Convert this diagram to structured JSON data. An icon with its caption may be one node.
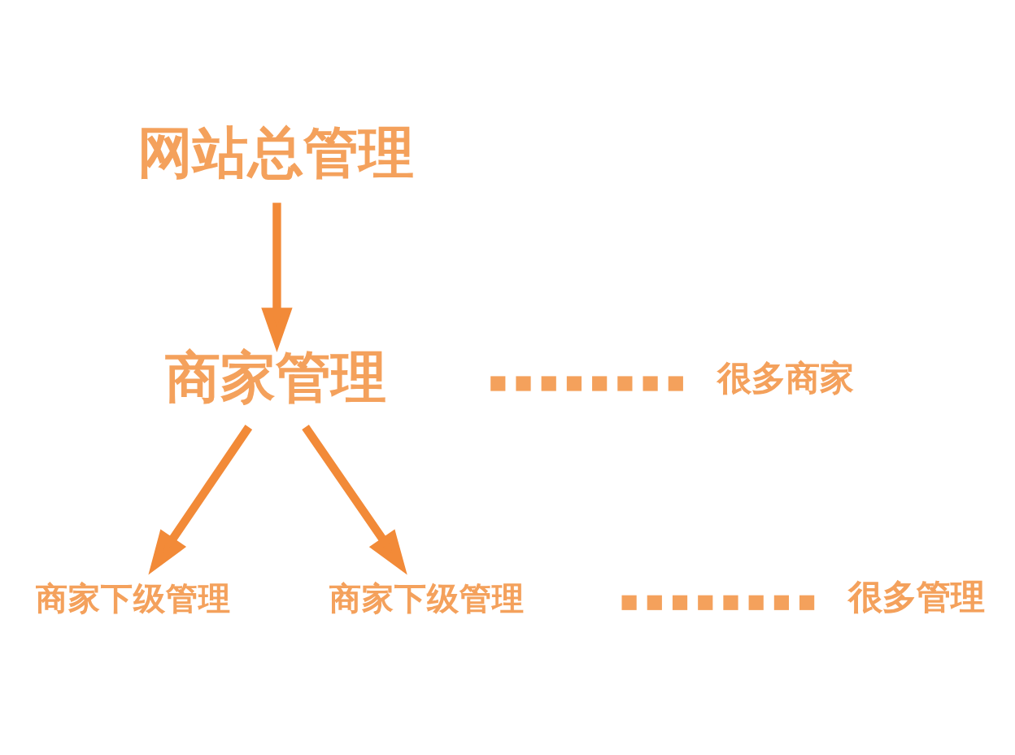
{
  "diagram": {
    "nodes": [
      {
        "text": [
          "网站总管理"
        ]
      },
      {
        "text": [
          "商家管理"
        ]
      },
      {
        "text": [
          "商家下级管理"
        ]
      },
      {
        "text": [
          "商家下级管理"
        ]
      }
    ],
    "edges": [
      {
        "from": 0,
        "to": 1,
        "arrow": "to"
      },
      {
        "from": 1,
        "to": 2,
        "arrow": "to"
      },
      {
        "from": 1,
        "to": 3,
        "arrow": "to"
      }
    ],
    "labels": [
      "很多商家",
      "很多管理"
    ]
  }
}
